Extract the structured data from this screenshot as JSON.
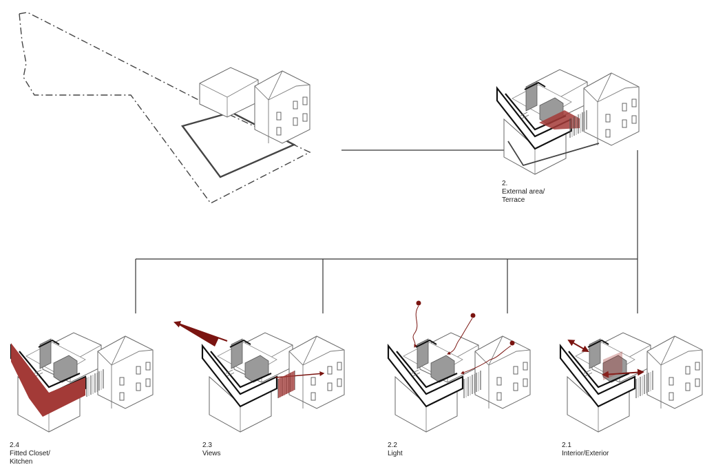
{
  "colors": {
    "accent": "#a33a37",
    "accent_dark": "#7a1410",
    "ink": "#1a1a1a",
    "line": "#555555",
    "shade": "#9a9a9a"
  },
  "steps": [
    {
      "number": "2.",
      "lines": [
        "External area/",
        "Terrace"
      ]
    },
    {
      "number": "2.4",
      "lines": [
        "Fitted Closet/",
        "Kitchen"
      ]
    },
    {
      "number": "2.3",
      "lines": [
        "Views"
      ]
    },
    {
      "number": "2.2",
      "lines": [
        "Light"
      ]
    },
    {
      "number": "2.1",
      "lines": [
        "Interior/Exterior"
      ]
    }
  ]
}
